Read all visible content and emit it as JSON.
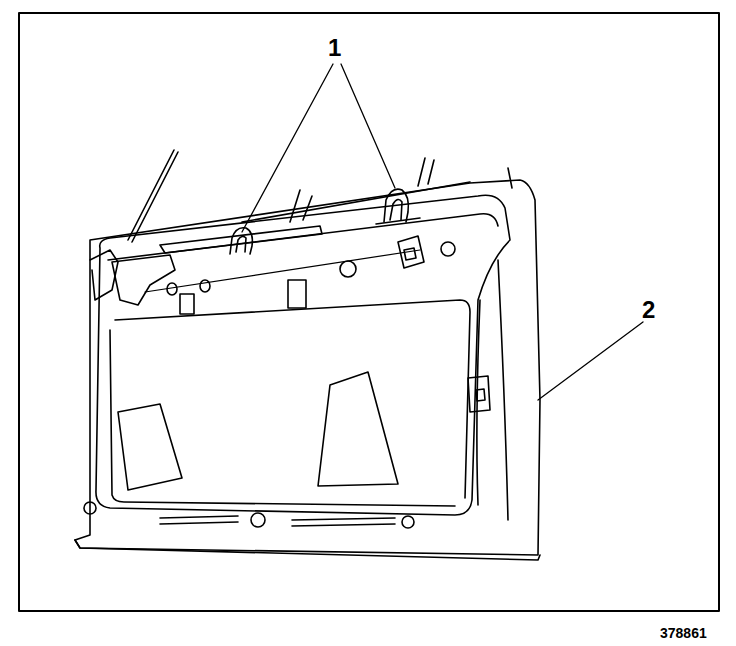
{
  "diagram": {
    "labels": [
      "1",
      "2",
      "378861"
    ]
  }
}
